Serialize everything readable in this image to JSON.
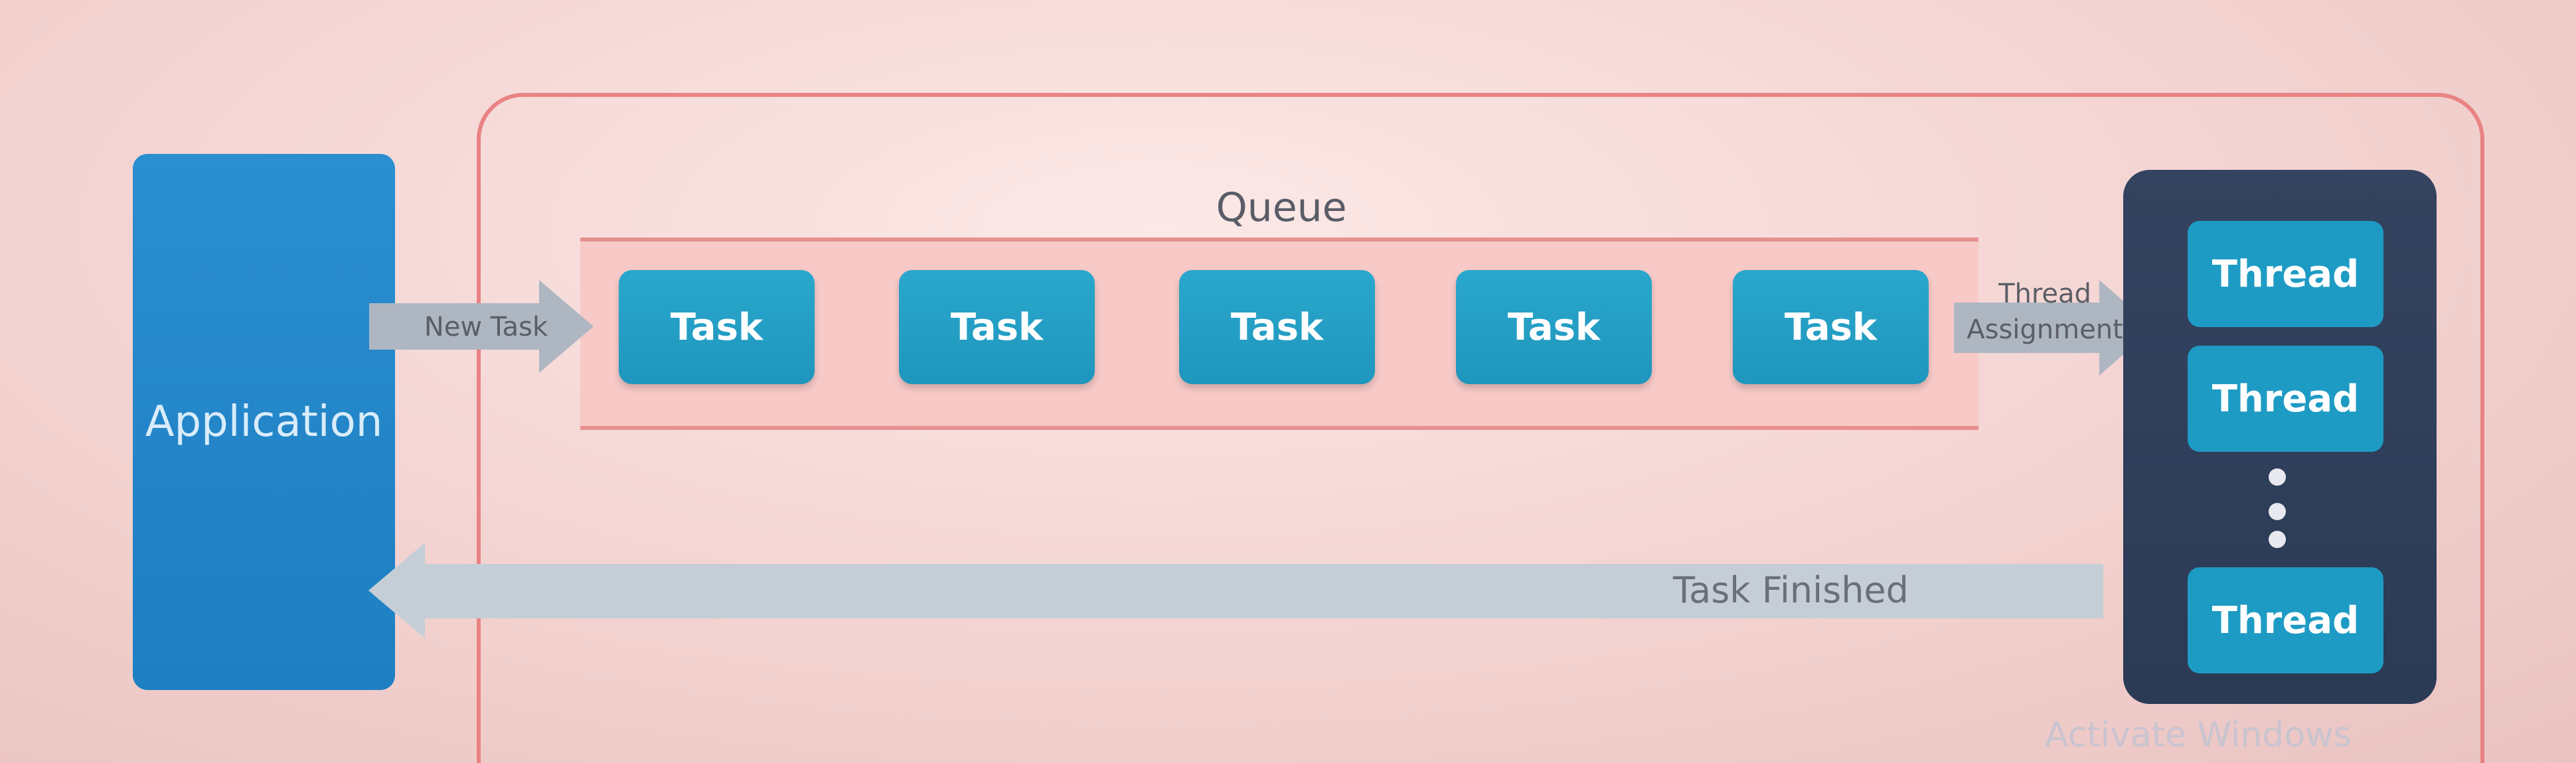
{
  "diagram": {
    "application_label": "Application",
    "queue_title": "Queue",
    "tasks": [
      "Task",
      "Task",
      "Task",
      "Task",
      "Task"
    ],
    "threads": [
      "Thread",
      "Thread",
      "Thread"
    ],
    "new_task_label": "New Task",
    "thread_assignment_label_line1": "Thread",
    "thread_assignment_label_line2": "Assignment",
    "task_finished_label": "Task Finished"
  },
  "watermark": "Activate Windows",
  "colors": {
    "application_blue": "#1e7fc3",
    "task_teal": "#1f96bd",
    "thread_panel_navy": "#2b3a55",
    "queue_band_pink": "#f7c9c7",
    "frame_red": "#e98383",
    "arrow_grey": "#aeb6c2"
  },
  "icons": [
    "ellipsis-vertical-dots"
  ]
}
